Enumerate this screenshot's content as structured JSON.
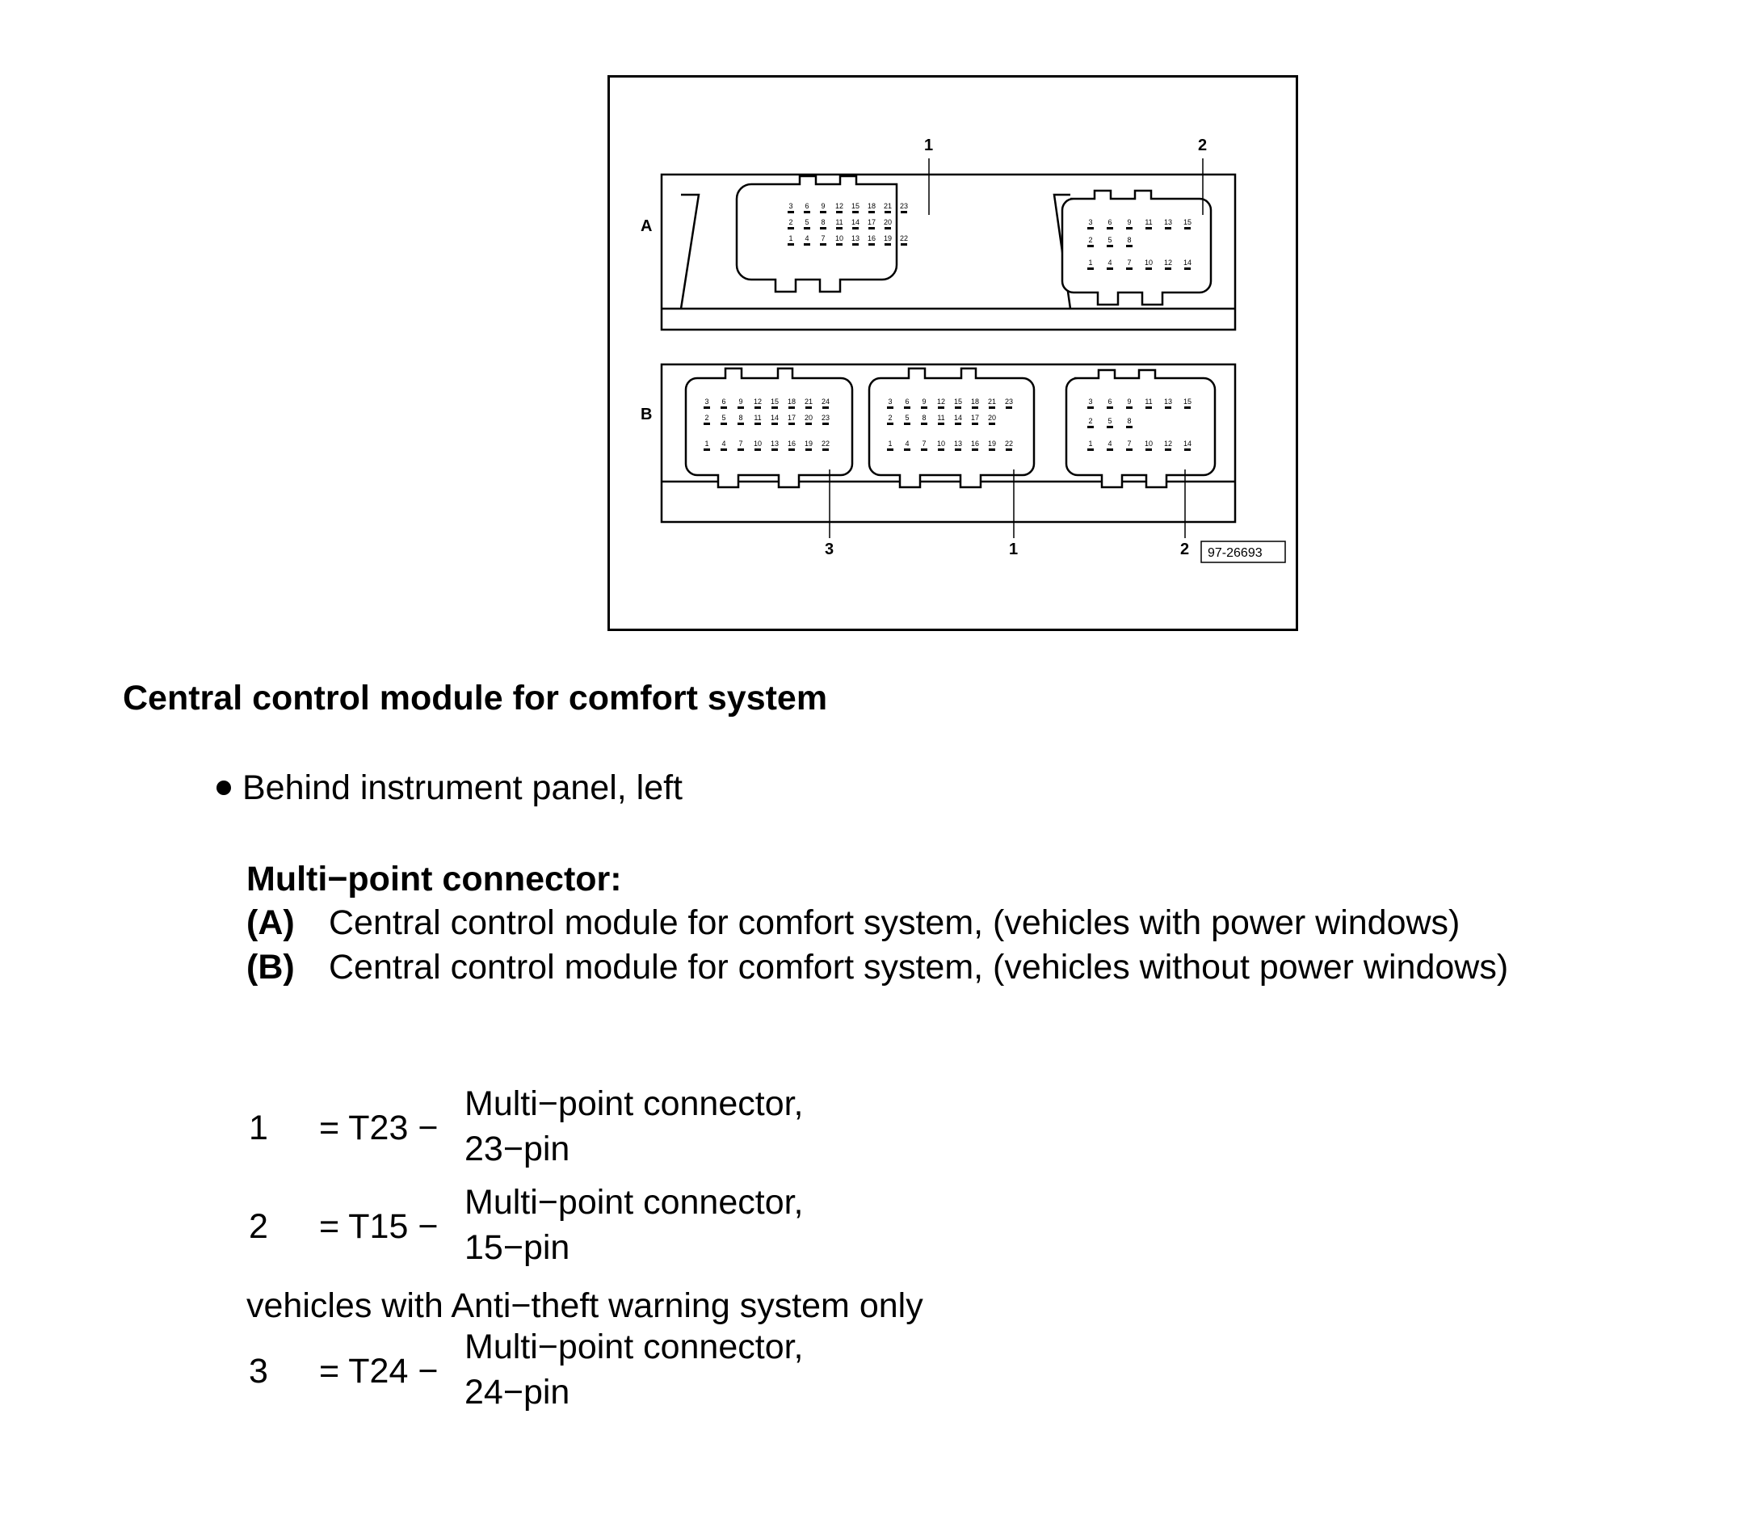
{
  "figure": {
    "row_labels": [
      "A",
      "B"
    ],
    "top_callouts": [
      "1",
      "2"
    ],
    "bottom_callouts": [
      "3",
      "1",
      "2"
    ],
    "image_id": "97-26693",
    "connectors": [
      {
        "pins_top": [
          "3",
          "6",
          "9",
          "12",
          "15",
          "18",
          "21",
          "23"
        ],
        "pins_mid": [
          "2",
          "5",
          "8",
          "11",
          "14",
          "17",
          "20"
        ],
        "pins_bot": [
          "1",
          "4",
          "7",
          "10",
          "13",
          "16",
          "19",
          "22"
        ]
      },
      {
        "pins_top": [
          "3",
          "6",
          "9",
          "11",
          "13",
          "15"
        ],
        "pins_mid": [
          "2",
          "5",
          "8"
        ],
        "pins_bot": [
          "1",
          "4",
          "7",
          "10",
          "12",
          "14"
        ]
      },
      {
        "pins_top": [
          "3",
          "6",
          "9",
          "12",
          "15",
          "18",
          "21",
          "24"
        ],
        "pins_mid": [
          "2",
          "5",
          "8",
          "11",
          "14",
          "17",
          "20",
          "23"
        ],
        "pins_bot": [
          "1",
          "4",
          "7",
          "10",
          "13",
          "16",
          "19",
          "22"
        ]
      },
      {
        "pins_top": [
          "3",
          "6",
          "9",
          "12",
          "15",
          "18",
          "21",
          "23"
        ],
        "pins_mid": [
          "2",
          "5",
          "8",
          "11",
          "14",
          "17",
          "20"
        ],
        "pins_bot": [
          "1",
          "4",
          "7",
          "10",
          "13",
          "16",
          "19",
          "22"
        ]
      },
      {
        "pins_top": [
          "3",
          "6",
          "9",
          "11",
          "13",
          "15"
        ],
        "pins_mid": [
          "2",
          "5",
          "8"
        ],
        "pins_bot": [
          "1",
          "4",
          "7",
          "10",
          "12",
          "14"
        ]
      }
    ]
  },
  "title": "Central control module for comfort system",
  "bullet": "Behind instrument panel, left",
  "multipoint": {
    "heading": "Multi−point connector:",
    "items": [
      {
        "key": "(A)",
        "text": "Central control module for comfort system, (vehicles with power windows)"
      },
      {
        "key": "(B)",
        "text": "Central control module for comfort system, (vehicles without power windows)"
      }
    ]
  },
  "connectors": [
    {
      "num": "1",
      "code": "= T23 −",
      "desc_line1": "Multi−point connector,",
      "desc_line2": "23−pin"
    },
    {
      "num": "2",
      "code": "= T15 −",
      "desc_line1": "Multi−point connector,",
      "desc_line2": "15−pin"
    },
    {
      "num": "3",
      "code": "= T24 −",
      "desc_line1": "Multi−point connector,",
      "desc_line2": "24−pin"
    }
  ],
  "note": "vehicles with Anti−theft warning system only"
}
